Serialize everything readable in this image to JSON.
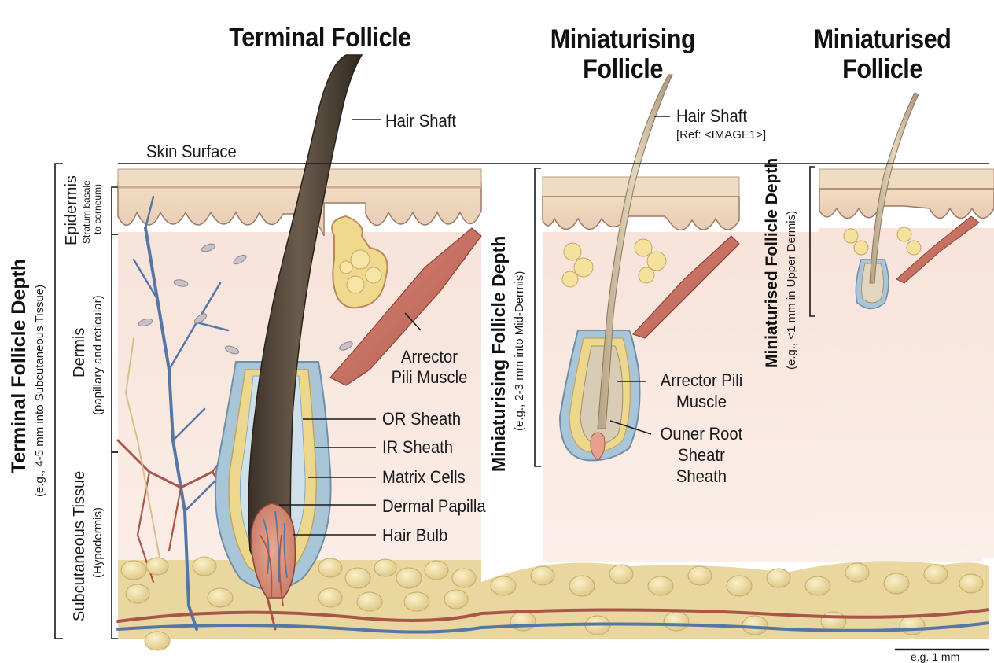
{
  "titles": {
    "terminal": "Terminal Follicle",
    "miniaturising_line1": "Miniaturising",
    "miniaturising_line2": "Follicle",
    "miniaturised_line1": "Miniaturised",
    "miniaturised_line2": "Follicle"
  },
  "terminal_labels": {
    "skin_surface": "Skin Surface",
    "hair_shaft": "Hair Shaft",
    "arrector_line1": "Arrector",
    "arrector_line2": "Pili Muscle",
    "or_sheath": "OR Sheath",
    "ir_sheath": "IR Sheath",
    "matrix_cells": "Matrix Cells",
    "dermal_papilla": "Dermal Papilla",
    "hair_bulb": "Hair Bulb"
  },
  "layers": {
    "epidermis": "Epidermis",
    "epidermis_sub1": "Stratum basale",
    "epidermis_sub2": "to corneum)",
    "dermis": "Dermis",
    "dermis_sub": "(papillary and reticular)",
    "subcutaneous": "Subcutaneous Tissue",
    "subcutaneous_sub": "(Hypodermis)"
  },
  "depths": {
    "terminal_title": "Terminal Follicle Depth",
    "terminal_sub": "(e.g., 4-5 mm into Subcutaneous Tissue)",
    "miniaturising_title": "Miniaturising Follicle Depth",
    "miniaturising_sub": "(e.g., 2-3 mm into Mid-Dermis)",
    "miniaturised_title": "Miniaturised Follicle Depth",
    "miniaturised_sub": "(e.g., <1 mm in Upper Dermis)"
  },
  "miniaturising_labels": {
    "hair_shaft": "Hair Shaft",
    "hair_shaft_ref": "[Ref: <IMAGE1>]",
    "arrector_line1": "Arrector Pili",
    "arrector_line2": "Muscle",
    "root_line1": "Ouner Root",
    "root_line2": "Sheatr",
    "root_line3": "Sheath"
  },
  "scale_bar": "e.g. 1 mm",
  "colors": {
    "hair_dark": "#4a3f33",
    "hair_light": "#c9b89a",
    "dermis": "#f6e1d8",
    "epidermis": "#ecd2bc",
    "fat": "#e7d59c",
    "artery": "#a8564a",
    "vein": "#5577a6",
    "muscle": "#c87060",
    "sheath_blue": "#a9c6d9",
    "sheath_yellow": "#ecd78c"
  }
}
